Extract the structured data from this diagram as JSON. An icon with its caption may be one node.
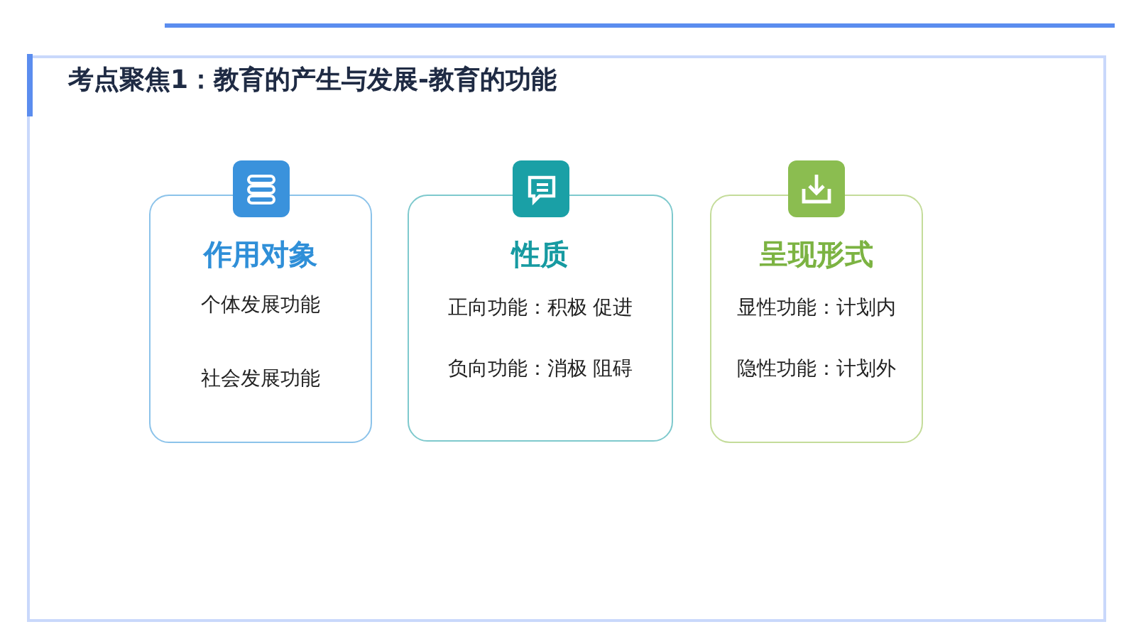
{
  "diagram": {
    "title": "考点聚焦1：教育的产生与发展-教育的功能",
    "nodes": [
      {
        "text": [
          "作用对象",
          "个体发展功能",
          "社会发展功能"
        ]
      },
      {
        "text": [
          "性质",
          "正向功能：积极 促进",
          "负向功能：消极 阻碍"
        ]
      },
      {
        "text": [
          "呈现形式",
          "显性功能：计划内",
          "隐性功能：计划外"
        ]
      }
    ]
  }
}
